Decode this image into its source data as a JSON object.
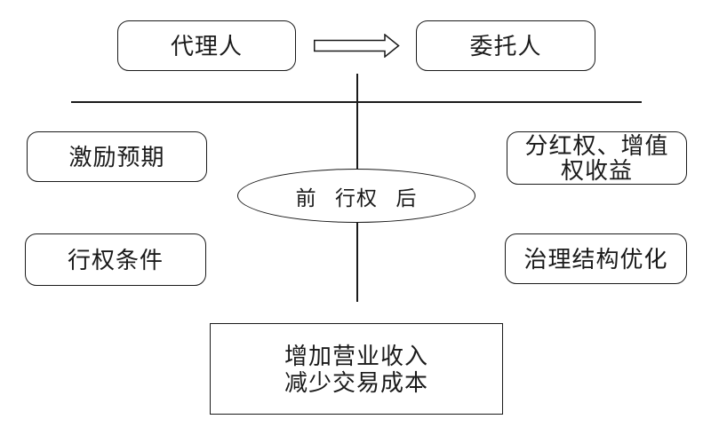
{
  "diagram": {
    "background_color": "#ffffff",
    "line_color": "#1a1a1a",
    "nodes": {
      "agent": {
        "label": "代理人"
      },
      "principal": {
        "label": "委托人"
      },
      "incentive": {
        "label": "激励预期"
      },
      "dividend": {
        "line1": "分红权、增值",
        "line2": "权收益"
      },
      "exercise_phase": {
        "label": "前 行权 后"
      },
      "exercise_condition": {
        "label": "行权条件"
      },
      "governance": {
        "label": "治理结构优化"
      },
      "outcome": {
        "line1": "增加营业收入",
        "line2": "减少交易成本"
      }
    },
    "connectors": {
      "agent_to_principal": "right-block-arrow",
      "divider": "horizontal-line",
      "timeline": "vertical-line"
    }
  }
}
